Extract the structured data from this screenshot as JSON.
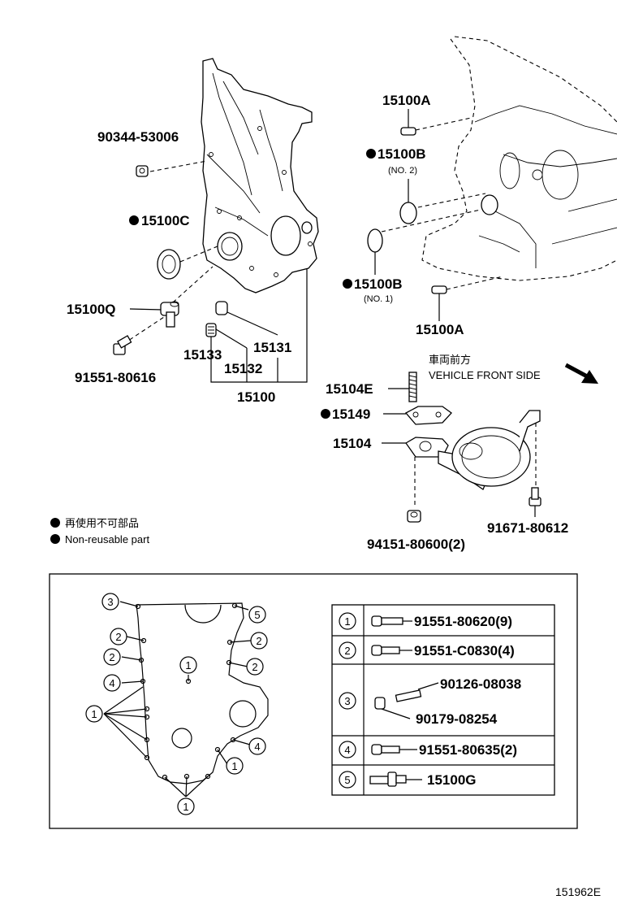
{
  "figure_id": "151962E",
  "labels": {
    "p90344": "90344-53006",
    "p15100C": "15100C",
    "p15100Q": "15100Q",
    "p91551_80616": "91551-80616",
    "p15133": "15133",
    "p15131": "15131",
    "p15132": "15132",
    "p15100": "15100",
    "p15100A_top": "15100A",
    "p15100B_top": "15100B",
    "p15100B_top_sub": "(NO. 2)",
    "p15100B_bot": "15100B",
    "p15100B_bot_sub": "(NO. 1)",
    "p15100A_bot": "15100A",
    "p15104E": "15104E",
    "p15149": "15149",
    "p15104": "15104",
    "p94151": "94151-80600(2)",
    "p91671": "91671-80612"
  },
  "direction": {
    "jp": "車両前方",
    "en": "VEHICLE FRONT SIDE"
  },
  "legend": {
    "jp": "再使用不可部品",
    "en": "Non-reusable part"
  },
  "bolt_table": [
    {
      "num": "1",
      "part": "91551-80620(9)"
    },
    {
      "num": "2",
      "part": "91551-C0830(4)"
    },
    {
      "num": "3",
      "part_a": "90126-08038",
      "part_b": "90179-08254"
    },
    {
      "num": "4",
      "part": "91551-80635(2)"
    },
    {
      "num": "5",
      "part": "15100G"
    }
  ],
  "callouts": {
    "c1": "1",
    "c2": "2",
    "c3": "3",
    "c4": "4",
    "c5": "5"
  }
}
